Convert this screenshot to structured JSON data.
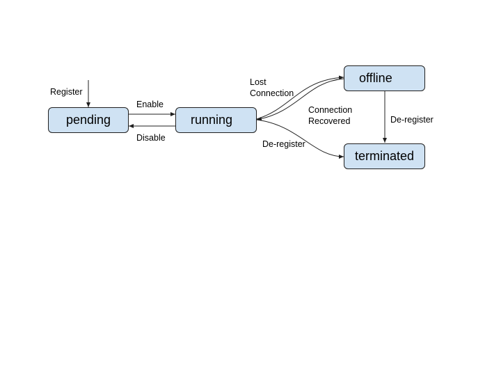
{
  "colors": {
    "state_fill": "#cfe2f3",
    "stroke": "#1f1f1f"
  },
  "states": {
    "pending": "pending",
    "running": "running",
    "offline": "offline",
    "terminated": "terminated"
  },
  "transitions": {
    "register": "Register",
    "enable": "Enable",
    "disable": "Disable",
    "lost_connection": [
      "Lost",
      "Connection"
    ],
    "connection_recovered": [
      "Connection",
      "Recovered"
    ],
    "deregister_running": "De-register",
    "deregister_offline": "De-register"
  }
}
